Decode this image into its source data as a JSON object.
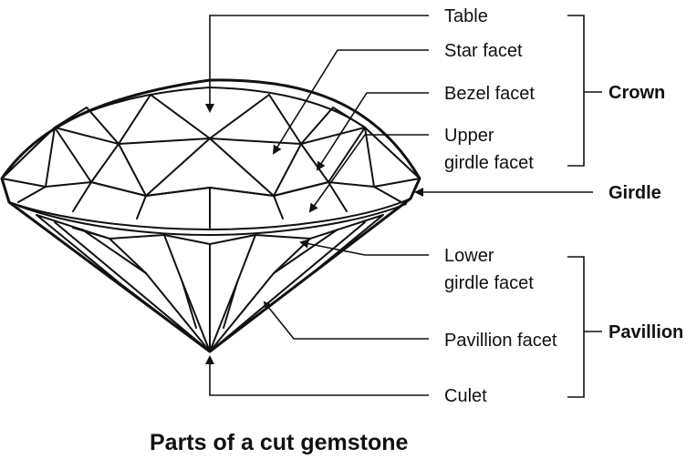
{
  "labels": {
    "table": "Table",
    "star_facet": "Star facet",
    "bezel_facet": "Bezel facet",
    "upper_girdle_facet_line1": "Upper",
    "upper_girdle_facet_line2": "girdle facet",
    "lower_girdle_facet_line1": "Lower",
    "lower_girdle_facet_line2": "girdle facet",
    "pavillion_facet": "Pavillion facet",
    "culet": "Culet"
  },
  "groups": {
    "crown": "Crown",
    "girdle": "Girdle",
    "pavillion": "Pavillion"
  },
  "caption": "Parts of a cut gemstone"
}
